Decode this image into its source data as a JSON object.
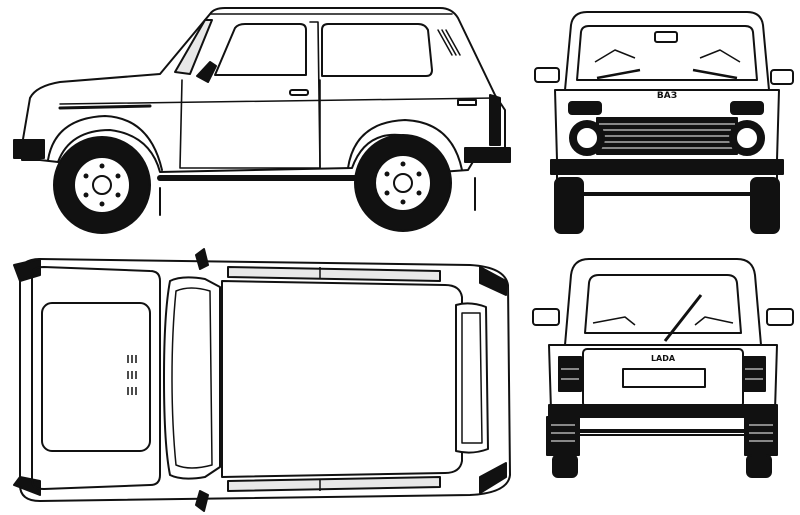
{
  "front_badge": "ВАЗ",
  "rear_badge": "LADA",
  "colors": {
    "ink": "#111111",
    "paper": "#ffffff",
    "shade": "#e8e8e8"
  },
  "views": [
    {
      "name": "side-view",
      "icon": "car-side-elevation"
    },
    {
      "name": "front-view",
      "icon": "car-front-elevation"
    },
    {
      "name": "top-view",
      "icon": "car-plan-view"
    },
    {
      "name": "rear-view",
      "icon": "car-rear-elevation"
    }
  ]
}
